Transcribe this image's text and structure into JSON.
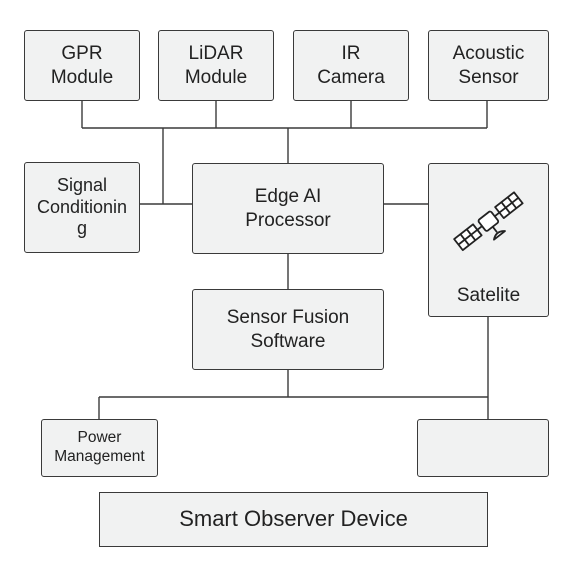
{
  "top_row": {
    "gpr": [
      "GPR",
      "Module"
    ],
    "lidar": [
      "LiDAR",
      "Module"
    ],
    "ir": [
      "IR",
      "Camera"
    ],
    "acoustic": [
      "Acoustic",
      "Sensor"
    ]
  },
  "signal_conditioning": [
    "Signal",
    "Conditionin",
    "g"
  ],
  "edge_ai": [
    "Edge AI",
    "Processor"
  ],
  "satellite": {
    "label": "Satelite",
    "icon": "satellite-icon"
  },
  "sensor_fusion": [
    "Sensor Fusion",
    "Software"
  ],
  "power_management": [
    "Power",
    "Management"
  ],
  "device_title": "Smart Observer Device",
  "colors": {
    "box_fill": "#f1f2f2",
    "stroke": "#3a3a3a"
  }
}
